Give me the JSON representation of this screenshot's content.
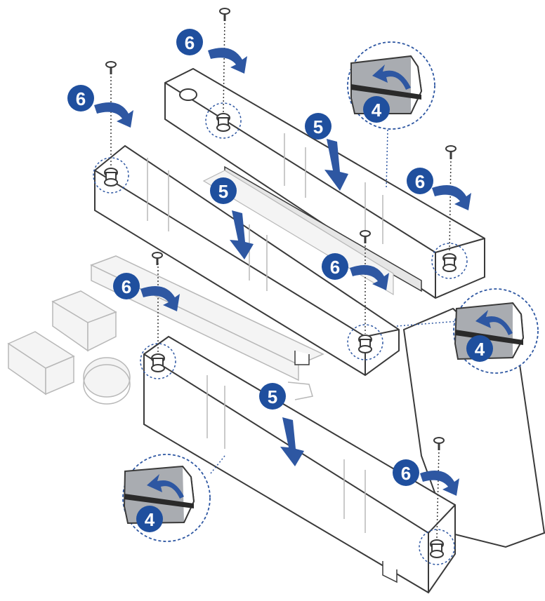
{
  "diagram": {
    "colors": {
      "line": "#3a3a3a",
      "plate_fill": "#ffffff",
      "slot_fill": "#f4f4f4",
      "light_line": "#b8b8b8",
      "accent_blue": "#2e57a2",
      "badge_blue": "#1f4f9e",
      "pad_fill": "#a9acb1"
    },
    "steps": {
      "remove_pad": "4",
      "insert_ssd": "5",
      "secure_screw": "6"
    }
  }
}
